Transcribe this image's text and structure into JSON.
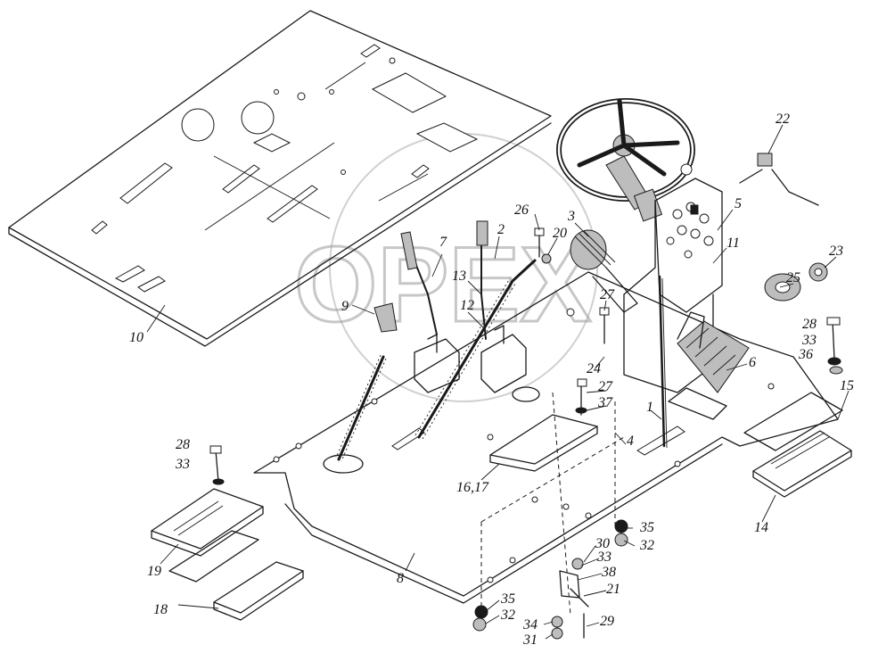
{
  "watermark": {
    "text": "OPEX"
  },
  "callouts": [
    {
      "id": "c10",
      "text": "10"
    },
    {
      "id": "c7",
      "text": "7"
    },
    {
      "id": "c2",
      "text": "2"
    },
    {
      "id": "c26",
      "text": "26"
    },
    {
      "id": "c3",
      "text": "3"
    },
    {
      "id": "c20",
      "text": "20"
    },
    {
      "id": "c13",
      "text": "13"
    },
    {
      "id": "c12",
      "text": "12"
    },
    {
      "id": "c9",
      "text": "9"
    },
    {
      "id": "c27a",
      "text": "27"
    },
    {
      "id": "c24",
      "text": "24"
    },
    {
      "id": "c27b",
      "text": "27"
    },
    {
      "id": "c37",
      "text": "37"
    },
    {
      "id": "c22",
      "text": "22"
    },
    {
      "id": "c5",
      "text": "5"
    },
    {
      "id": "c11",
      "text": "11"
    },
    {
      "id": "c25",
      "text": "25"
    },
    {
      "id": "c23",
      "text": "23"
    },
    {
      "id": "c28a",
      "text": "28"
    },
    {
      "id": "c33a",
      "text": "33"
    },
    {
      "id": "c36",
      "text": "36"
    },
    {
      "id": "c6",
      "text": "6"
    },
    {
      "id": "c15",
      "text": "15"
    },
    {
      "id": "c1",
      "text": "1"
    },
    {
      "id": "c4",
      "text": "4"
    },
    {
      "id": "c1617",
      "text": "16,17"
    },
    {
      "id": "c28b",
      "text": "28"
    },
    {
      "id": "c33b",
      "text": "33"
    },
    {
      "id": "c14",
      "text": "14"
    },
    {
      "id": "c35a",
      "text": "35"
    },
    {
      "id": "c32a",
      "text": "32"
    },
    {
      "id": "c30",
      "text": "30"
    },
    {
      "id": "c33c",
      "text": "33"
    },
    {
      "id": "c38",
      "text": "38"
    },
    {
      "id": "c21",
      "text": "21"
    },
    {
      "id": "c19",
      "text": "19"
    },
    {
      "id": "c8",
      "text": "8"
    },
    {
      "id": "c18",
      "text": "18"
    },
    {
      "id": "c35b",
      "text": "35"
    },
    {
      "id": "c32b",
      "text": "32"
    },
    {
      "id": "c34",
      "text": "34"
    },
    {
      "id": "c29",
      "text": "29"
    },
    {
      "id": "c31",
      "text": "31"
    }
  ]
}
